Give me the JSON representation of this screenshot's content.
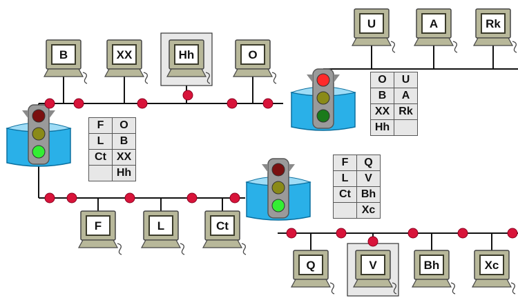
{
  "computers": [
    {
      "id": "B",
      "label": "B",
      "highlight": false
    },
    {
      "id": "XX",
      "label": "XX",
      "highlight": false
    },
    {
      "id": "Hh",
      "label": "Hh",
      "highlight": true
    },
    {
      "id": "O",
      "label": "O",
      "highlight": false
    },
    {
      "id": "U",
      "label": "U",
      "highlight": false
    },
    {
      "id": "A",
      "label": "A",
      "highlight": false
    },
    {
      "id": "Rk",
      "label": "Rk",
      "highlight": false
    },
    {
      "id": "F",
      "label": "F",
      "highlight": false
    },
    {
      "id": "L",
      "label": "L",
      "highlight": false
    },
    {
      "id": "Ct",
      "label": "Ct",
      "highlight": false
    },
    {
      "id": "Q",
      "label": "Q",
      "highlight": false
    },
    {
      "id": "V",
      "label": "V",
      "highlight": true
    },
    {
      "id": "Bh",
      "label": "Bh",
      "highlight": false
    },
    {
      "id": "Xc",
      "label": "Xc",
      "highlight": false
    }
  ],
  "bridges": [
    {
      "id": "bridge-left",
      "lights": [
        "#7a1010",
        "#8a8a18",
        "#33ee33"
      ]
    },
    {
      "id": "bridge-top",
      "lights": [
        "#ff2a2a",
        "#8a8a18",
        "#1a7a1a"
      ]
    },
    {
      "id": "bridge-bottom",
      "lights": [
        "#7a1010",
        "#8a8a18",
        "#33ee33"
      ]
    }
  ],
  "tables": [
    {
      "id": "table-left",
      "rows": [
        [
          "F",
          "O"
        ],
        [
          "L",
          "B"
        ],
        [
          "Ct",
          "XX"
        ],
        [
          "",
          "Hh"
        ]
      ]
    },
    {
      "id": "table-top",
      "rows": [
        [
          "O",
          "U"
        ],
        [
          "B",
          "A"
        ],
        [
          "XX",
          "Rk"
        ],
        [
          "Hh",
          ""
        ]
      ]
    },
    {
      "id": "table-bottom",
      "rows": [
        [
          "F",
          "Q"
        ],
        [
          "L",
          "V"
        ],
        [
          "Ct",
          "Bh"
        ],
        [
          "",
          "Xc"
        ]
      ]
    }
  ],
  "colors": {
    "cable": "#111111",
    "node": "#d8143a",
    "monitor": "#b8b89a",
    "screen": "#3a3a2a",
    "bridge_box": "#2ab0e8",
    "bridge_edge": "#0a6f9f"
  }
}
